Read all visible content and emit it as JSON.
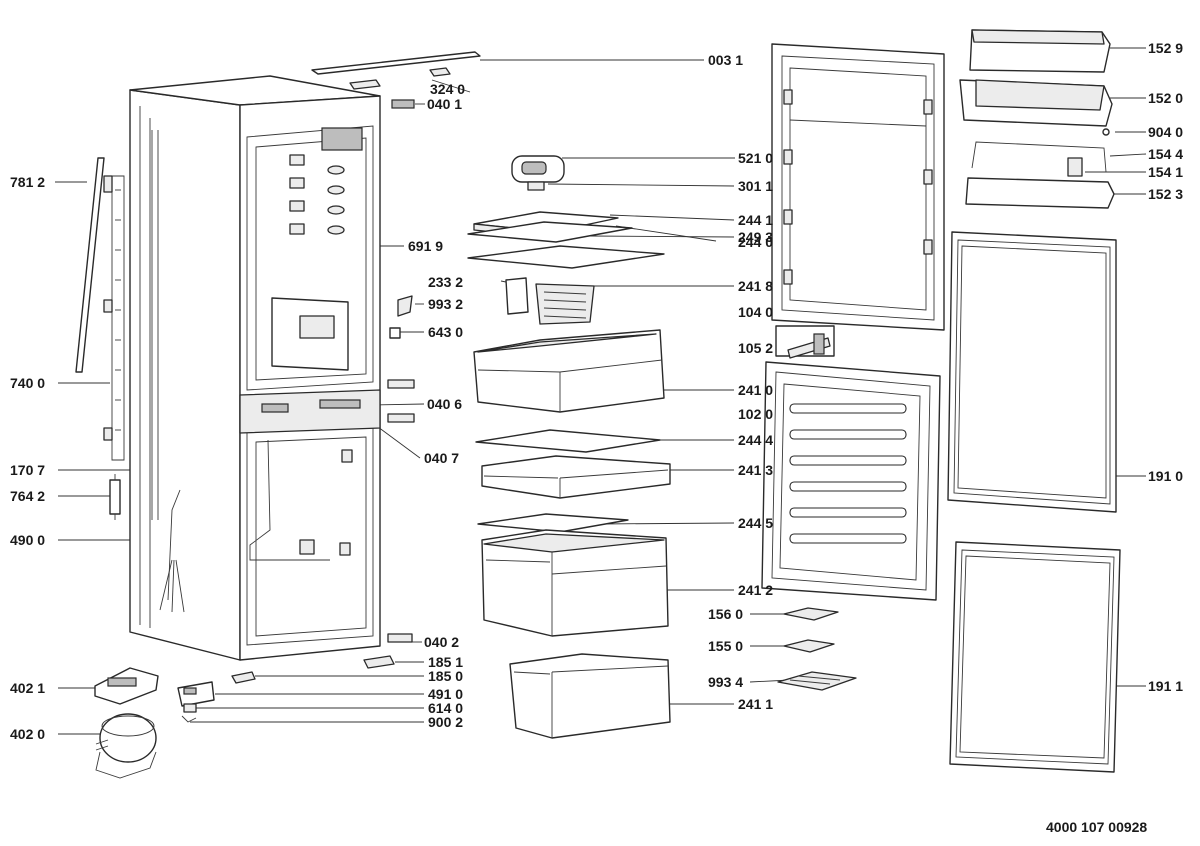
{
  "drawing_number": "4000 107 00928",
  "parts": {
    "p0031": "003 1",
    "p3240": "324 0",
    "p0401": "040 1",
    "p7812": "781 2",
    "p5210": "521 0",
    "p3011": "301 1",
    "p2441": "244 1",
    "p2440": "244 0",
    "p6919": "691 9",
    "p2493": "249 3",
    "p2332": "233 2",
    "p2418": "241 8",
    "p9932": "993 2",
    "p6430": "643 0",
    "p7400": "740 0",
    "p2410": "241 0",
    "p0406": "040 6",
    "p2444": "244 4",
    "p0407": "040 7",
    "p1707": "170 7",
    "p2413": "241 3",
    "p7642": "764 2",
    "p2445": "244 5",
    "p4900": "490 0",
    "p2412": "241 2",
    "p0402": "040 2",
    "p1851": "185 1",
    "p1850": "185 0",
    "p4021": "402 1",
    "p4910": "491 0",
    "p6140": "614 0",
    "p9002": "900 2",
    "p4020": "402 0",
    "p2411": "241 1",
    "p1529": "152 9",
    "p1520": "152 0",
    "p9040": "904 0",
    "p1544": "154 4",
    "p1541": "154 1",
    "p1523": "152 3",
    "p1040": "104 0",
    "p1052": "105 2",
    "p1020": "102 0",
    "p1910": "191 0",
    "p1560": "156 0",
    "p1550": "155 0",
    "p9934": "993 4",
    "p1911": "191 1"
  }
}
